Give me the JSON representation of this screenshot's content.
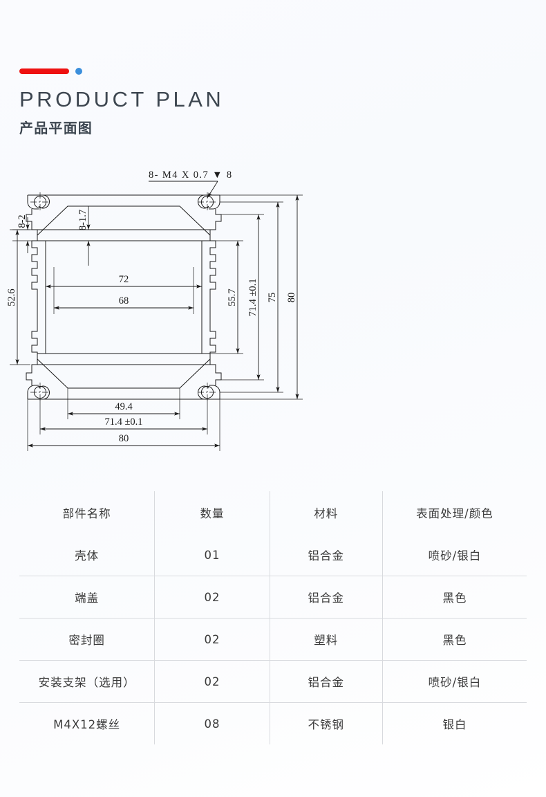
{
  "header": {
    "accent_bar_color": "#ee1111",
    "accent_dot_color": "#3b8fdc",
    "title_en": "PRODUCT PLAN",
    "title_cn": "产品平面图"
  },
  "drawing": {
    "callout_thread": "8- M4 X 0.7 ▼ 8",
    "dim_left_small": "8-2",
    "dim_inner_small": "8-1.7",
    "dim_left_tall": "52.6",
    "dim_width_72": "72",
    "dim_width_68": "68",
    "dim_width_49_4": "49.4",
    "dim_width_71_4": "71.4 ±0.1",
    "dim_width_80": "80",
    "dim_right_55_7": "55.7",
    "dim_right_71_4": "71.4 ±0.1",
    "dim_right_75": "75",
    "dim_right_80": "80",
    "line_color": "#1a1a1a"
  },
  "table": {
    "headers": [
      "部件名称",
      "数量",
      "材料",
      "表面处理/颜色"
    ],
    "rows": [
      [
        "壳体",
        "01",
        "铝合金",
        "喷砂/银白"
      ],
      [
        "端盖",
        "02",
        "铝合金",
        "黑色"
      ],
      [
        "密封圈",
        "02",
        "塑料",
        "黑色"
      ],
      [
        "安装支架（选用）",
        "02",
        "铝合金",
        "喷砂/银白"
      ],
      [
        "M4X12螺丝",
        "08",
        "不锈钢",
        "银白"
      ]
    ]
  }
}
